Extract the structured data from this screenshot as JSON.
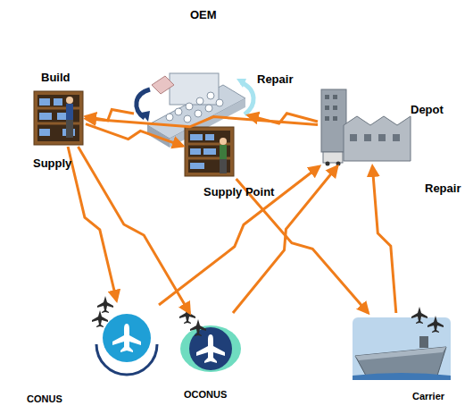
{
  "diagram": {
    "nodes": [
      {
        "text": [
          "OEM"
        ]
      },
      {
        "text": [
          "Supply"
        ]
      },
      {
        "text": [
          "Supply Point"
        ]
      },
      {
        "text": [
          "Depot"
        ]
      },
      {
        "text": [
          "CONUS"
        ]
      },
      {
        "text": [
          "OCONUS"
        ]
      },
      {
        "text": [
          "Carrier"
        ]
      }
    ],
    "edges": [
      {
        "from": 3,
        "to": 0,
        "arrow": "to"
      },
      {
        "from": 0,
        "to": 1,
        "arrow": "to"
      },
      {
        "from": 3,
        "to": 1,
        "arrow": "to"
      },
      {
        "from": 1,
        "to": 2,
        "arrow": "to"
      },
      {
        "from": 1,
        "to": 4,
        "arrow": "to"
      },
      {
        "from": 1,
        "to": 5,
        "arrow": "to"
      },
      {
        "from": 2,
        "to": 6,
        "arrow": "to"
      },
      {
        "from": 4,
        "to": 3,
        "arrow": "to"
      },
      {
        "from": 5,
        "to": 3,
        "arrow": "to"
      },
      {
        "from": 6,
        "to": 3,
        "arrow": "to"
      }
    ],
    "labels": [
      "Build",
      "Repair",
      "Repair"
    ]
  }
}
